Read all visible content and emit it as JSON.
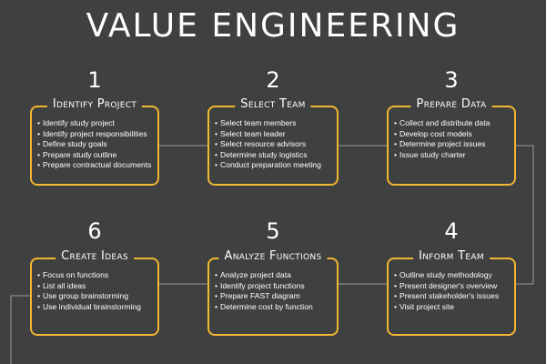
{
  "title": "VALUE ENGINEERING",
  "colors": {
    "background": "#3f4040",
    "accent": "#f2b632",
    "text": "#ffffff",
    "connector": "#9a9a9a"
  },
  "steps": [
    {
      "number": "1",
      "title": "Identify Project",
      "items": [
        "Identify study project",
        "Identify project responsibilities",
        "Define study goals",
        "Prepare study outline",
        "Prepare contractual documents"
      ]
    },
    {
      "number": "2",
      "title": "Select Team",
      "items": [
        "Select team members",
        "Select team leader",
        "Select resource advisors",
        "Determine study logistics",
        "Conduct preparation meeting"
      ]
    },
    {
      "number": "3",
      "title": "Prepare Data",
      "items": [
        "Collect and distribute data",
        "Develop cost models",
        "Determine project issues",
        "Issue study charter"
      ]
    },
    {
      "number": "4",
      "title": "Inform Team",
      "items": [
        "Outline study methodology",
        "Present designer's overview",
        "Present stakeholder's issues",
        "Visit project site"
      ]
    },
    {
      "number": "5",
      "title": "Analyze Functions",
      "items": [
        "Analyze project data",
        "Identify project functions",
        "Prepare FAST diagram",
        "Determine cost by function"
      ]
    },
    {
      "number": "6",
      "title": "Create Ideas",
      "items": [
        "Focus on functions",
        "List all ideas",
        "Use group brainstorming",
        "Use individual brainstorming"
      ]
    }
  ],
  "bullet": "•"
}
